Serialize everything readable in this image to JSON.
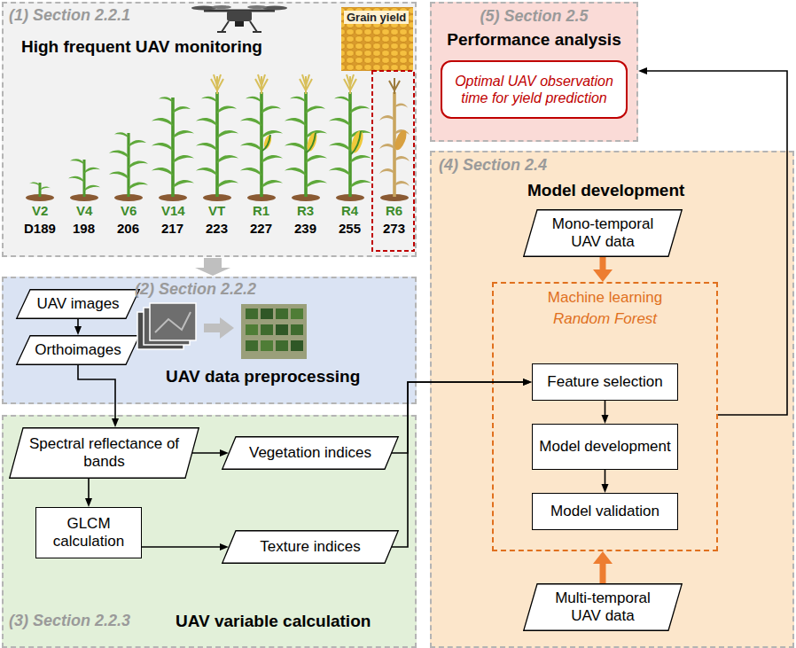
{
  "diagram": {
    "nodes": [
      {
        "text": [
          "(1) Section 2.2.1",
          "High frequent UAV monitoring"
        ]
      },
      {
        "text": [
          "(5) Section 2.5",
          "Performance analysis"
        ]
      },
      {
        "text": [
          "Optimal UAV observation time for yield prediction"
        ],
        "in": 1
      },
      {
        "text": [
          "(2) Section 2.2.2",
          "UAV data preprocessing"
        ]
      },
      {
        "text": [
          "UAV images"
        ],
        "in": 3
      },
      {
        "text": [
          "Orthoimages"
        ],
        "in": 3
      },
      {
        "text": [
          "(4) Section 2.4",
          "Model development"
        ]
      },
      {
        "text": [
          "Mono-temporal UAV data"
        ],
        "in": 6
      },
      {
        "text": [
          "Machine learning",
          "Random Forest"
        ],
        "in": 6
      },
      {
        "text": [
          "Feature selection"
        ],
        "in": 8
      },
      {
        "text": [
          "Model development"
        ],
        "in": 8
      },
      {
        "text": [
          "Model validation"
        ],
        "in": 8
      },
      {
        "text": [
          "Multi-temporal UAV data"
        ],
        "in": 6
      },
      {
        "text": [
          "(3) Section 2.2.3",
          "UAV variable calculation"
        ]
      },
      {
        "text": [
          "Spectral reflectance of bands"
        ],
        "in": 13
      },
      {
        "text": [
          "Vegetation indices"
        ],
        "in": 13
      },
      {
        "text": [
          "GLCM calculation"
        ],
        "in": 13
      },
      {
        "text": [
          "Texture indices"
        ],
        "in": 13
      }
    ],
    "edges": [
      {
        "from": 0,
        "to": 3,
        "arrow": "to"
      },
      {
        "from": 4,
        "to": 5,
        "arrow": "to"
      },
      {
        "from": 5,
        "to": 14,
        "arrow": "to"
      },
      {
        "from": 14,
        "to": 15,
        "arrow": "to"
      },
      {
        "from": 14,
        "to": 16,
        "arrow": "to"
      },
      {
        "from": 16,
        "to": 17,
        "arrow": "to"
      },
      {
        "from": 15,
        "to": 9,
        "arrow": "to"
      },
      {
        "from": 17,
        "to": 9,
        "arrow": "to"
      },
      {
        "from": 9,
        "to": 10,
        "arrow": "to"
      },
      {
        "from": 10,
        "to": 11,
        "arrow": "to"
      },
      {
        "from": 7,
        "to": 8,
        "arrow": "to"
      },
      {
        "from": 12,
        "to": 8,
        "arrow": "to"
      },
      {
        "from": 8,
        "to": 1,
        "arrow": "to"
      }
    ],
    "labels": [
      "Grain yield",
      "V2",
      "V4",
      "V6",
      "V14",
      "VT",
      "R1",
      "R3",
      "R4",
      "R6",
      "D189",
      "198",
      "206",
      "217",
      "223",
      "227",
      "239",
      "255",
      "273"
    ]
  }
}
